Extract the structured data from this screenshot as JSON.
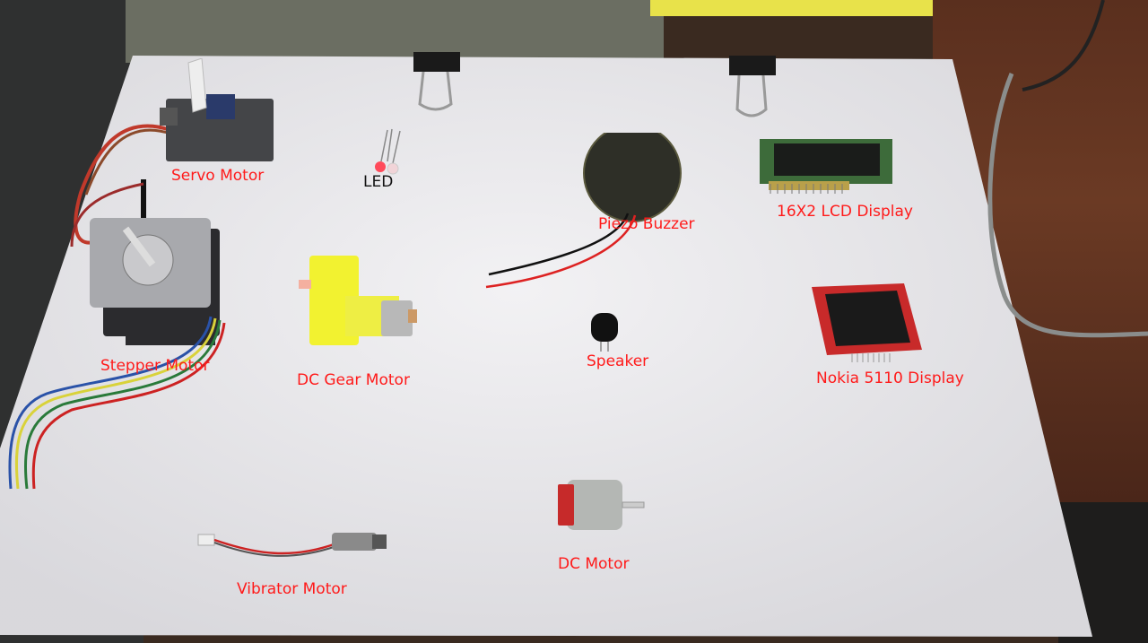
{
  "labels": {
    "servo_motor": "Servo Motor",
    "led": "LED",
    "piezo_buzzer": "Piezo Buzzer",
    "lcd_display": "16X2 LCD Display",
    "stepper_motor": "Stepper Motor",
    "dc_gear_motor": "DC Gear Motor",
    "speaker": "Speaker",
    "nokia_display": "Nokia 5110 Display",
    "vibrator_motor": "Vibrator Motor",
    "dc_motor": "DC Motor"
  },
  "colors": {
    "label_red": "#ff1a1a",
    "board": "#eeedf0",
    "table_wood": "#6b3a24"
  }
}
